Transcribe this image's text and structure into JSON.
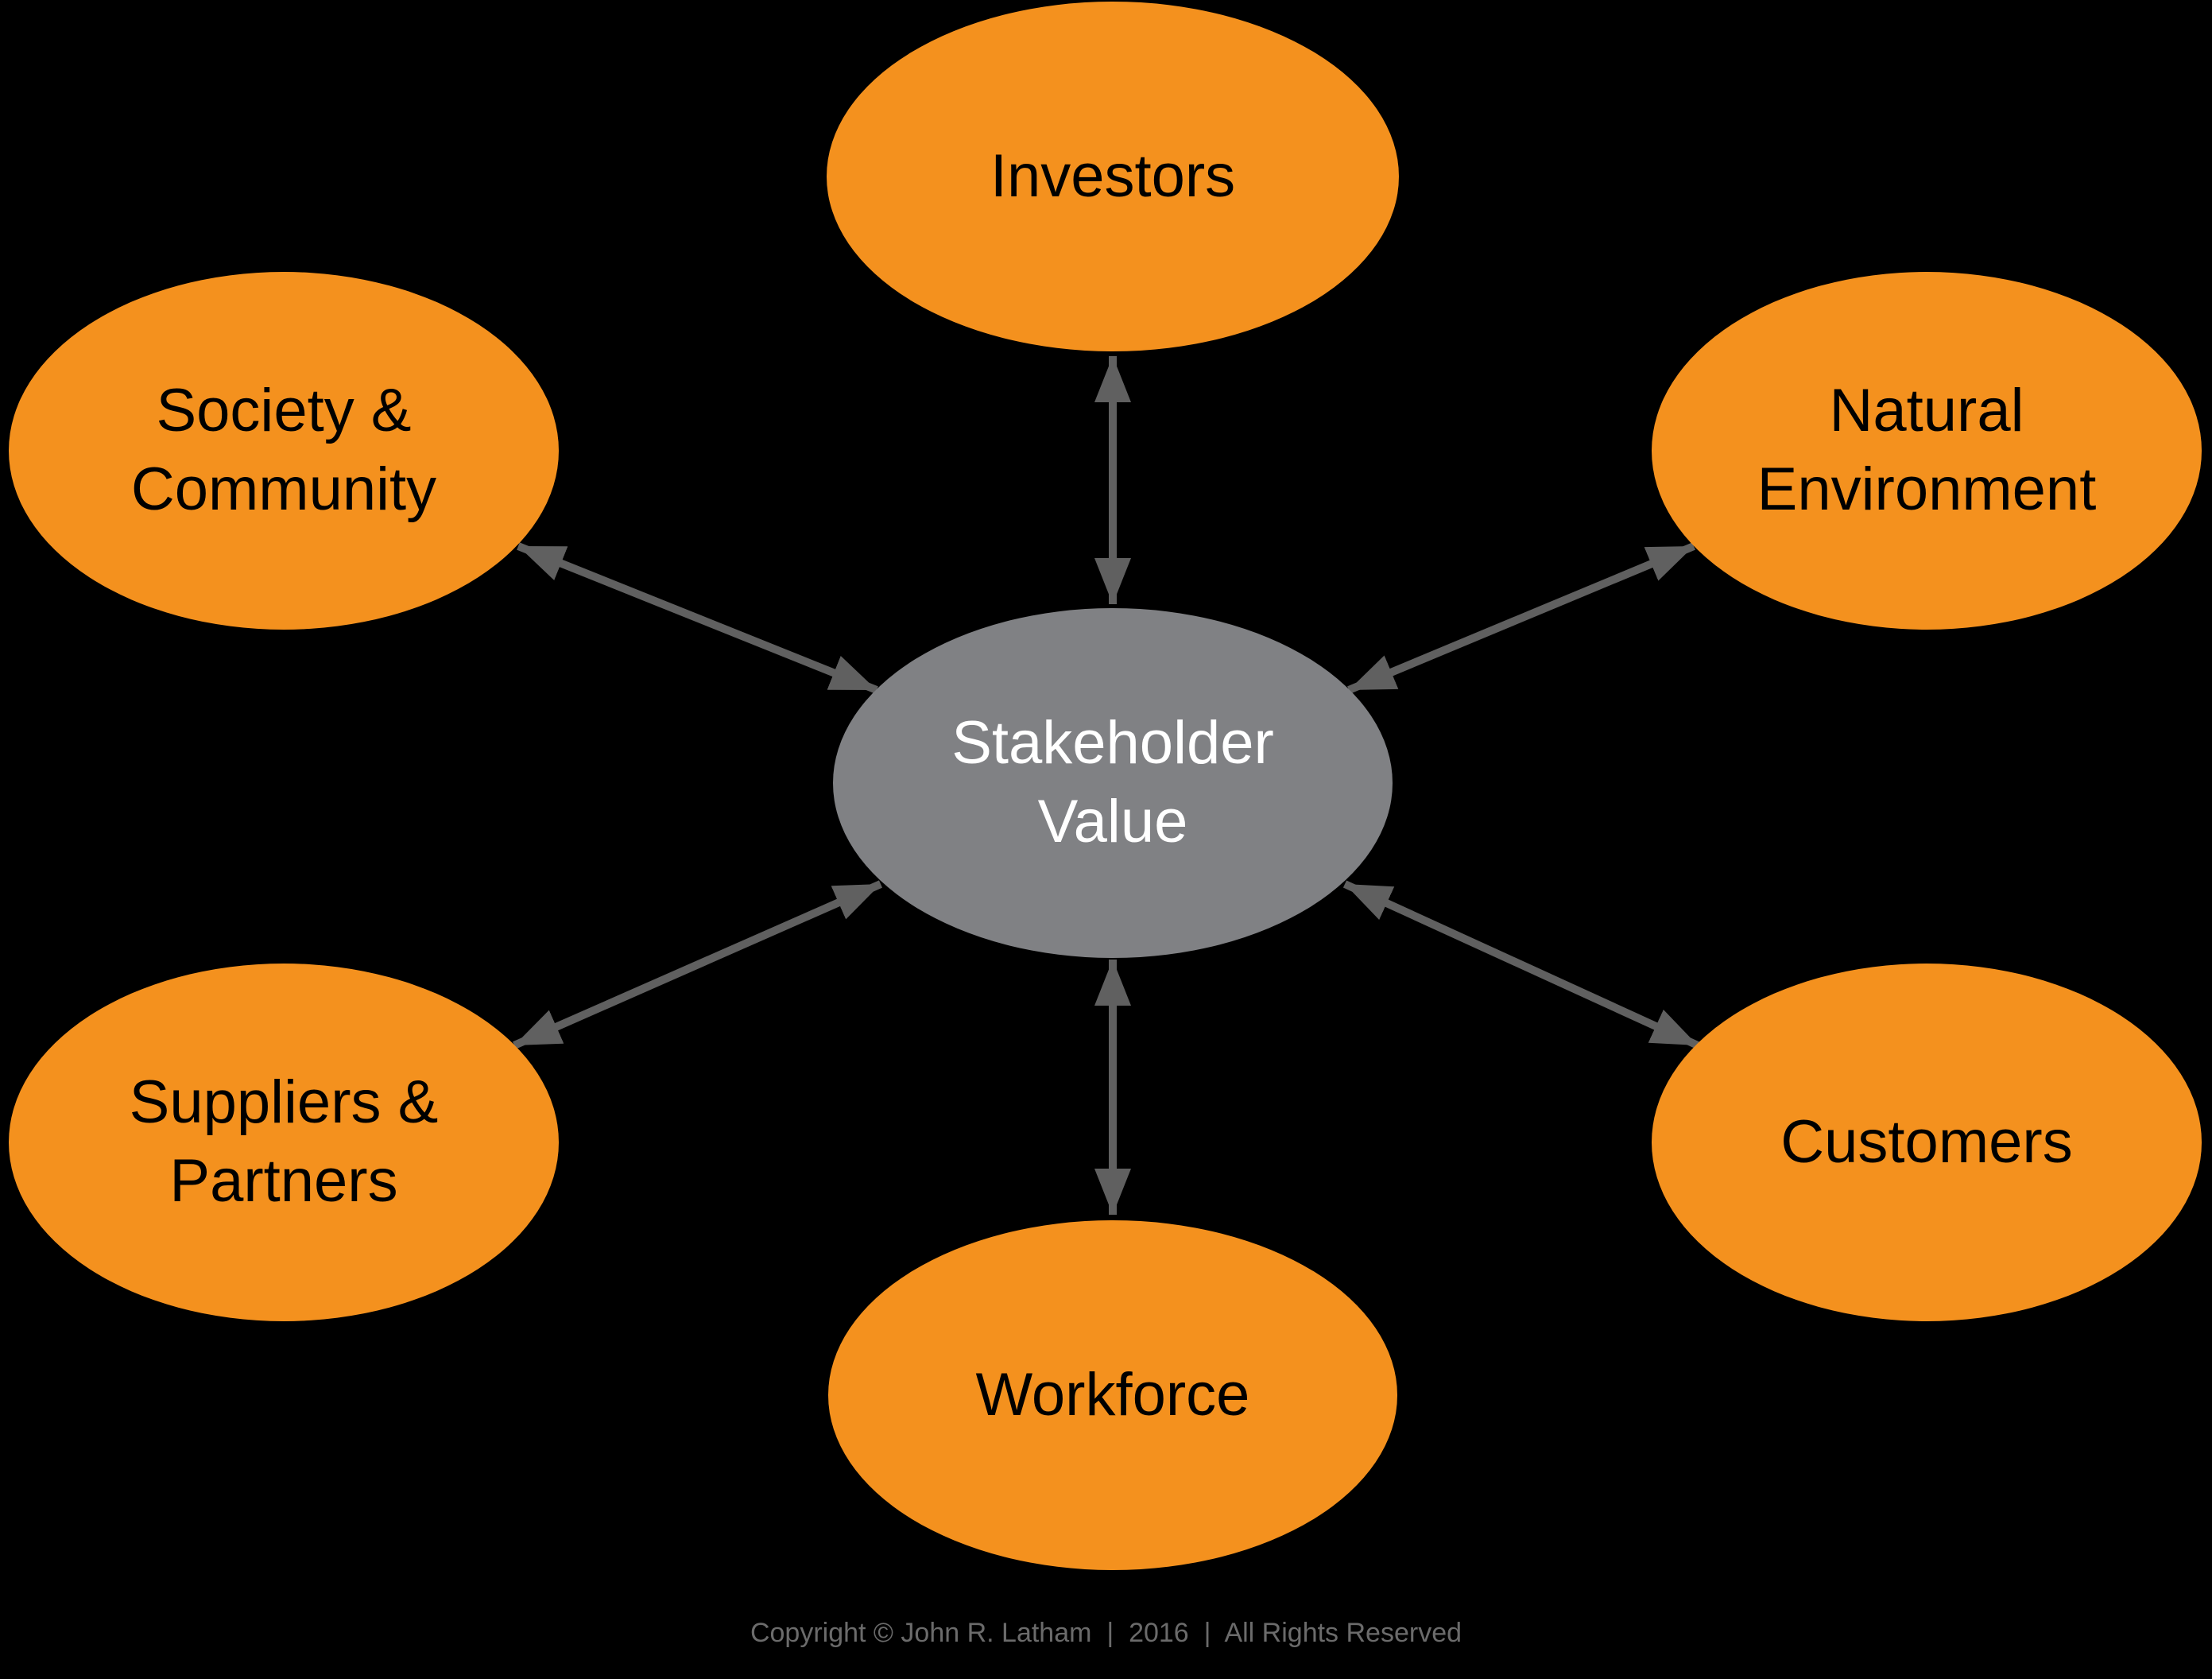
{
  "nodes": {
    "stakeholder_value": {
      "label": "Stakeholder\nValue"
    },
    "investors": {
      "label": "Investors"
    },
    "society_community": {
      "label": "Society &\nCommunity"
    },
    "natural_environment": {
      "label": "Natural\nEnvironment"
    },
    "suppliers_partners": {
      "label": "Suppliers &\nPartners"
    },
    "customers": {
      "label": "Customers"
    },
    "workforce": {
      "label": "Workforce"
    }
  },
  "edges": [
    {
      "from": "Investors",
      "to": "Stakeholder Value",
      "type": "bidirectional-arrow"
    },
    {
      "from": "Society & Community",
      "to": "Stakeholder Value",
      "type": "bidirectional-arrow"
    },
    {
      "from": "Natural Environment",
      "to": "Stakeholder Value",
      "type": "bidirectional-arrow"
    },
    {
      "from": "Suppliers & Partners",
      "to": "Stakeholder Value",
      "type": "bidirectional-arrow"
    },
    {
      "from": "Customers",
      "to": "Stakeholder Value",
      "type": "bidirectional-arrow"
    },
    {
      "from": "Workforce",
      "to": "Stakeholder Value",
      "type": "bidirectional-arrow"
    }
  ],
  "footer": {
    "copyright": "Copyright © John R. Latham  |  2016  |  All Rights Reserved"
  },
  "colors": {
    "background": "#000000",
    "satellite_node": "#F4911E",
    "satellite_text": "#000000",
    "stakeholder_node": "#808184",
    "stakeholder_text": "#FFFFFF",
    "arrow": "#606060",
    "copyright_text": "#6B6B6B"
  }
}
